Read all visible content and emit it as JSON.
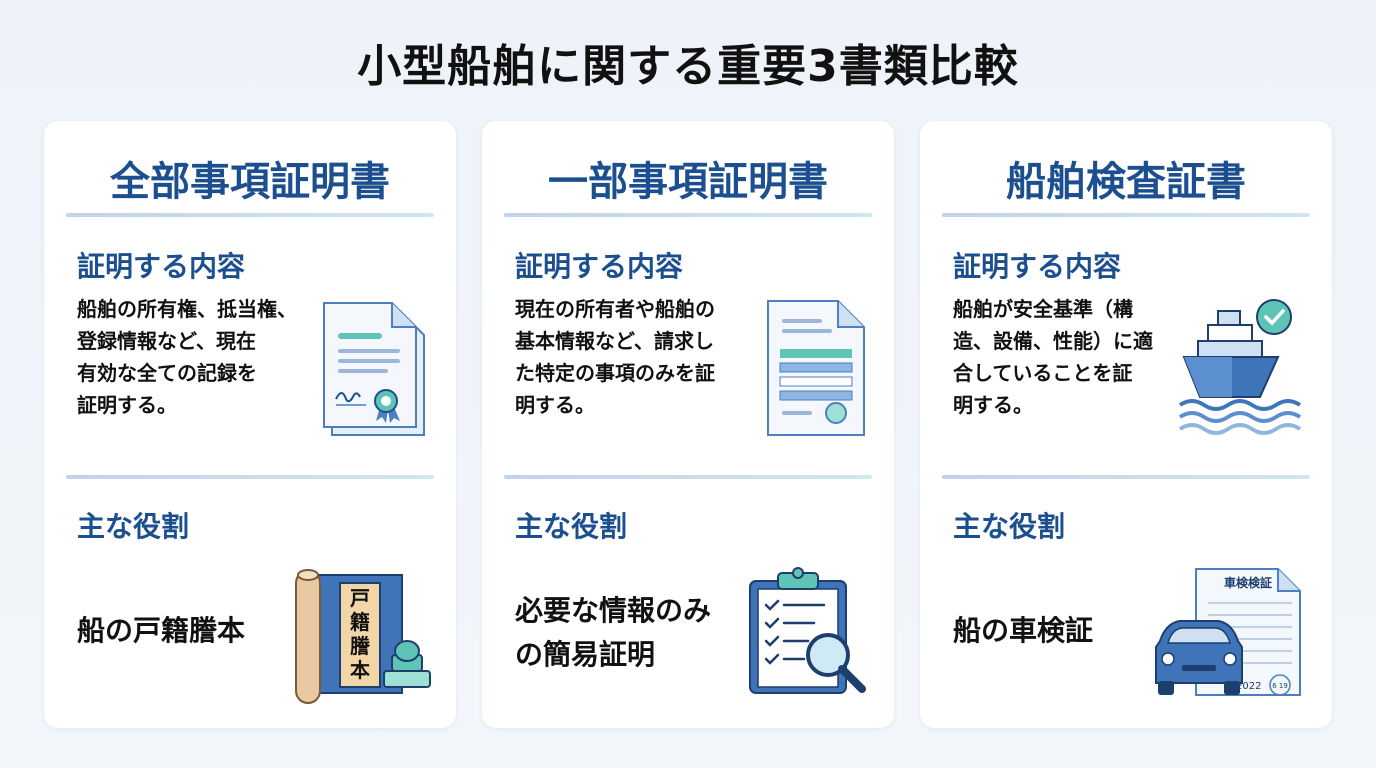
{
  "page_title": "小型船舶に関する重要3書類比較",
  "cards": [
    {
      "title": "全部事項証明書",
      "content_label": "証明する内容",
      "content_text": "船舶の所有権、抵当権、\n登録情報など、現在\n有効な全ての記録を\n証明する。",
      "role_label": "主な役割",
      "role_text": "船の戸籍謄本",
      "role_icon_text": "戸籍謄本",
      "content_icon": "certificate-document-icon",
      "role_icon": "family-register-scroll-icon"
    },
    {
      "title": "一部事項証明書",
      "content_label": "証明する内容",
      "content_text": "現在の所有者や船舶の\n基本情報など、請求し\nた特定の事項のみを証\n明する。",
      "role_label": "主な役割",
      "role_text": "必要な情報のみ\nの簡易証明",
      "content_icon": "partial-document-icon",
      "role_icon": "clipboard-checklist-magnifier-icon"
    },
    {
      "title": "船舶検査証書",
      "content_label": "証明する内容",
      "content_text": "船舶が安全基準（構\n造、設備、性能）に適\n合していることを証\n明する。",
      "role_label": "主な役割",
      "role_text": "船の車検証",
      "role_icon_doc_title": "車検検証",
      "role_icon_year": "2022",
      "role_icon_stamp": "6 19",
      "content_icon": "ship-check-icon",
      "role_icon": "car-inspection-certificate-icon"
    }
  ],
  "colors": {
    "title_blue": "#1c4f8f",
    "accent_teal": "#5ec4b6",
    "icon_blue": "#4a7fc0",
    "scroll_tan": "#e8c9a0"
  }
}
